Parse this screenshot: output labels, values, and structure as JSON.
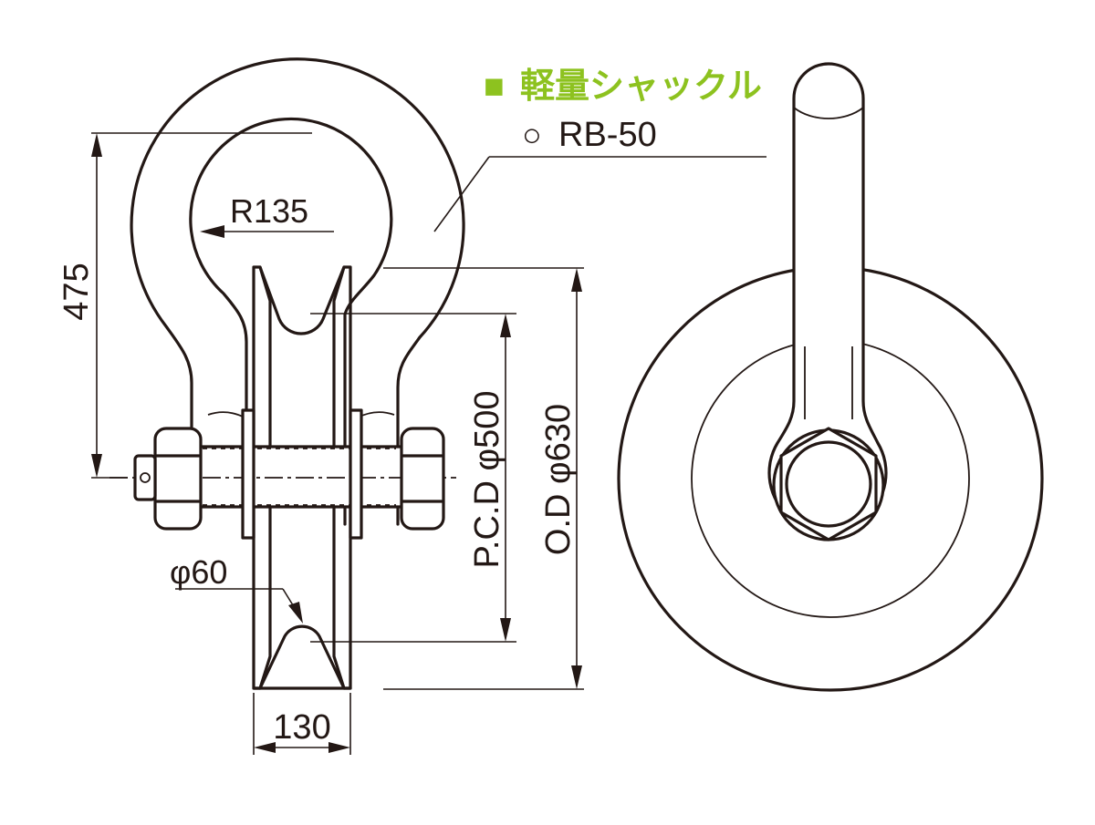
{
  "title": {
    "marker": "■",
    "text": "軽量シャックル"
  },
  "model": {
    "marker": "○",
    "text": "RB-50"
  },
  "dimensions": {
    "radius": "R135",
    "height": "475",
    "pitch_circle": "P.C.D φ500",
    "outer_diameter": "O.D φ630",
    "groove": "φ60",
    "width": "130"
  },
  "colors": {
    "line": "#231815",
    "accent": "#8dc21f"
  }
}
